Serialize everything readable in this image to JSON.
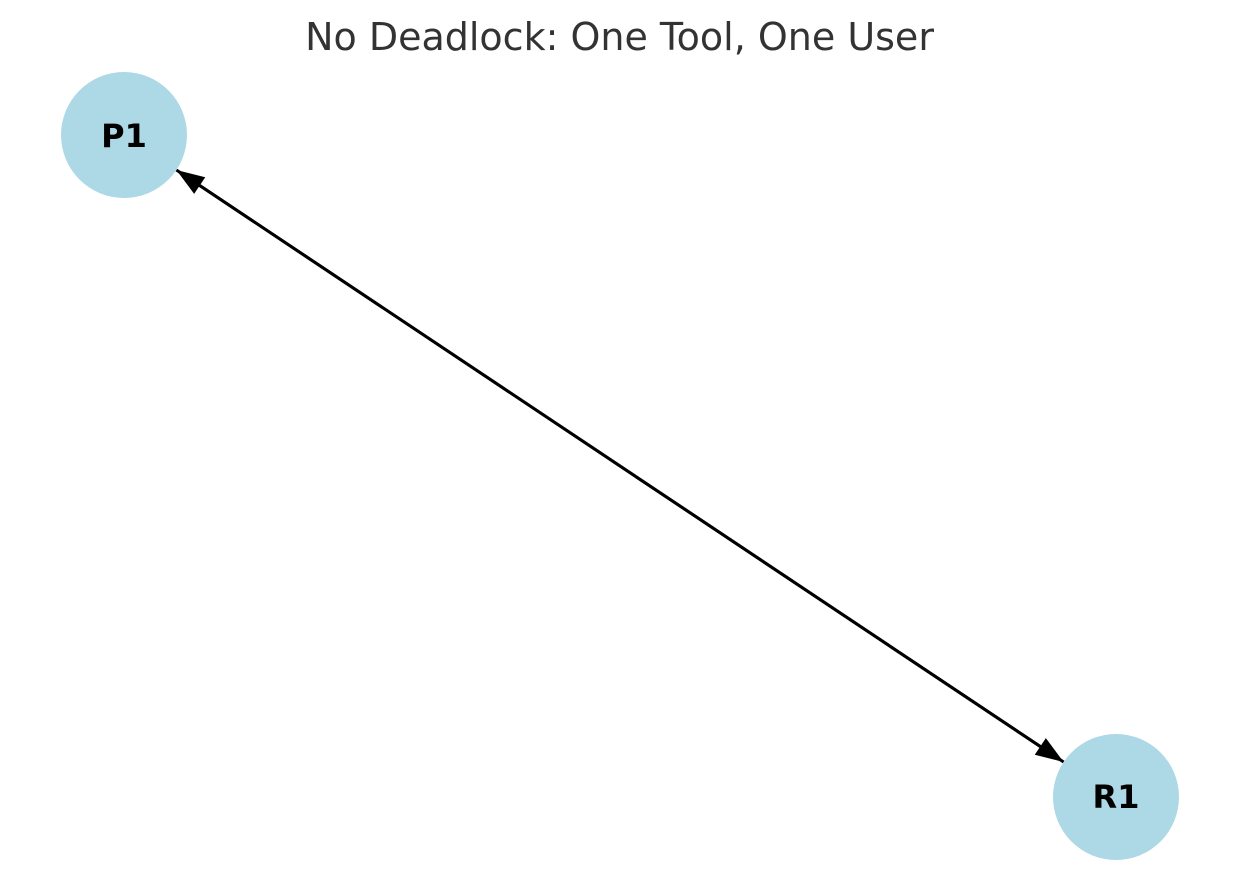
{
  "title": "No Deadlock: One Tool, One User",
  "colors": {
    "node_fill": "#add8e6",
    "edge": "#000000",
    "title": "#333333"
  },
  "nodes": [
    {
      "id": "P1",
      "label": "P1"
    },
    {
      "id": "R1",
      "label": "R1"
    }
  ],
  "edges": [
    {
      "from": "P1",
      "to": "R1"
    },
    {
      "from": "R1",
      "to": "P1"
    }
  ]
}
